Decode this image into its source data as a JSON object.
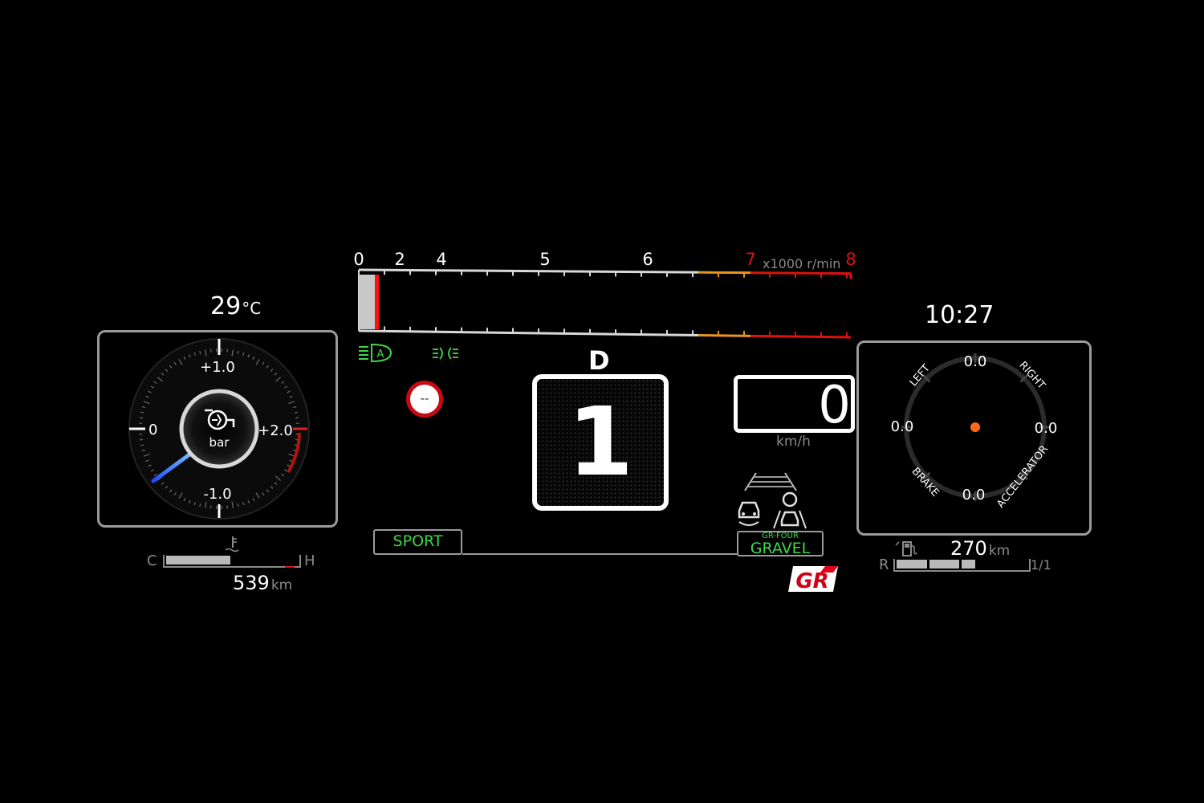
{
  "climate": {
    "outside_temp": "29",
    "temp_unit": "°C"
  },
  "boost_gauge": {
    "unit": "bar",
    "labels": {
      "top": "+1.0",
      "left": "0",
      "right": "+2.0",
      "bottom": "-1.0"
    },
    "icon": "turbo-icon",
    "accent_color": "#2f7dff"
  },
  "coolant": {
    "low_label": "C",
    "high_label": "H",
    "icon": "coolant-temp-icon",
    "level": 0.48
  },
  "odometer_range_left": {
    "value": "539",
    "unit": "km"
  },
  "tachometer": {
    "ticks": [
      "0",
      "2",
      "4",
      "5",
      "6",
      "7",
      "8"
    ],
    "unit": "x1000 r/min",
    "redline_color": "#e01010",
    "caution_color": "#e8951c"
  },
  "indicators": {
    "auto_headlight": "auto-high-beam-icon",
    "position_lights": "position-lights-icon",
    "indicator_color": "#3fd64a"
  },
  "speed_limit": {
    "value": "--"
  },
  "transmission": {
    "mode": "D",
    "gear": "1"
  },
  "speedometer": {
    "value": "0",
    "unit": "km/h"
  },
  "drive_mode": {
    "label": "SPORT"
  },
  "awd_mode": {
    "system": "GR-FOUR",
    "mode": "GRAVEL"
  },
  "brand": {
    "logo": "GR"
  },
  "clock": {
    "time": "10:27"
  },
  "g_meter": {
    "top": "0.0",
    "left": "0.0",
    "right": "0.0",
    "bottom": "0.0",
    "label_left": "LEFT",
    "label_right": "RIGHT",
    "label_brake": "BRAKE",
    "label_accel": "ACCELERATOR",
    "dot_color": "#ff6a1a"
  },
  "fuel": {
    "low_label": "R",
    "full_label": "1/1",
    "icon": "fuel-pump-icon",
    "level": 0.6
  },
  "range": {
    "value": "270",
    "unit": "km"
  }
}
